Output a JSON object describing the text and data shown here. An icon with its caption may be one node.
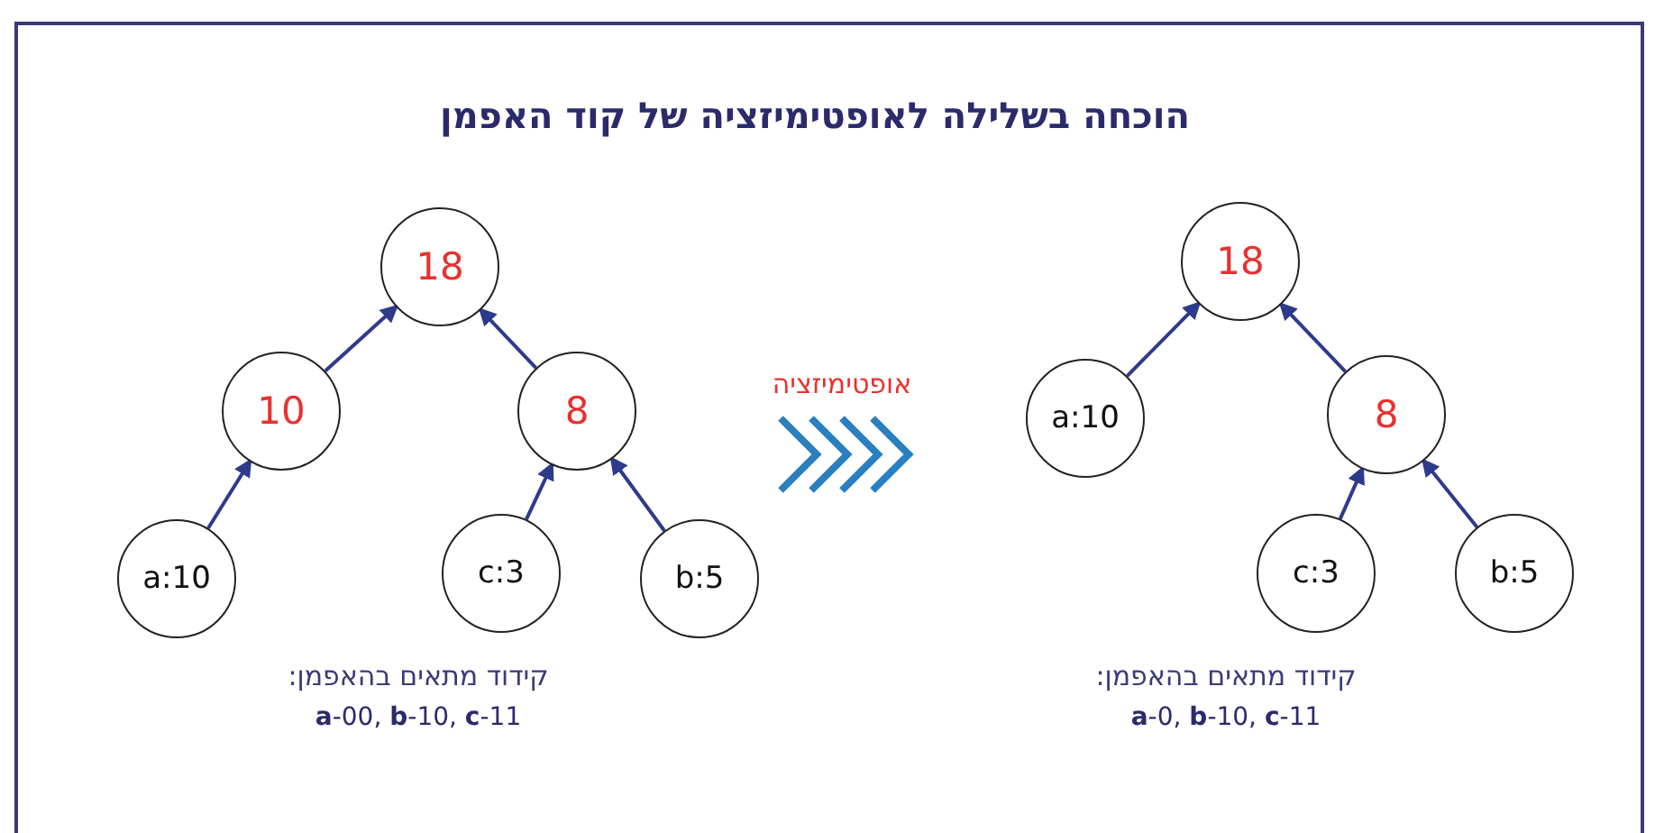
{
  "diagram": {
    "title": "הוכחה בשלילה לאופטימיזציה של קוד האפמן",
    "nodes": [
      {
        "text": [
          "18"
        ]
      },
      {
        "text": [
          "10"
        ]
      },
      {
        "text": [
          "8"
        ]
      },
      {
        "text": [
          "a:10"
        ]
      },
      {
        "text": [
          "c:3"
        ]
      },
      {
        "text": [
          "b:5"
        ]
      },
      {
        "text": [
          "18"
        ]
      },
      {
        "text": [
          "a:10"
        ]
      },
      {
        "text": [
          "8"
        ]
      },
      {
        "text": [
          "c:3"
        ]
      },
      {
        "text": [
          "b:5"
        ]
      }
    ],
    "edges": [
      {
        "from": 1,
        "to": 0,
        "arrow": "to"
      },
      {
        "from": 2,
        "to": 0,
        "arrow": "to"
      },
      {
        "from": 3,
        "to": 1,
        "arrow": "to"
      },
      {
        "from": 4,
        "to": 2,
        "arrow": "to"
      },
      {
        "from": 5,
        "to": 2,
        "arrow": "to"
      },
      {
        "from": 7,
        "to": 6,
        "arrow": "to"
      },
      {
        "from": 8,
        "to": 6,
        "arrow": "to"
      },
      {
        "from": 9,
        "to": 8,
        "arrow": "to"
      },
      {
        "from": 10,
        "to": 8,
        "arrow": "to"
      }
    ],
    "labels": [
      "אופטימיזציה",
      "קידוד מתאים בהאפמן:",
      "**a**-00, **b**-10, **c**-11",
      "קידוד מתאים בהאפמן:",
      "**a**-0, **b**-10, **c**-11"
    ]
  }
}
